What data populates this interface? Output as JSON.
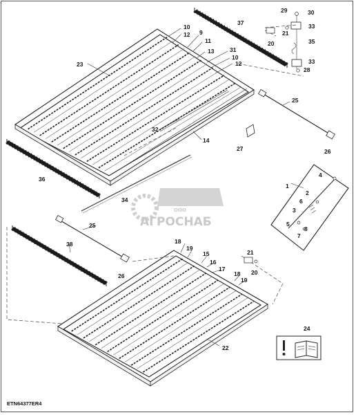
{
  "drawing_ref": "ETN64377ER4",
  "watermark": {
    "small": "ООО",
    "brand": "АГРОСНАБ"
  },
  "callouts": [
    {
      "id": "c29",
      "text": "29"
    },
    {
      "id": "c30",
      "text": "30"
    },
    {
      "id": "c37",
      "text": "37"
    },
    {
      "id": "c10a",
      "text": "10"
    },
    {
      "id": "c12a",
      "text": "12"
    },
    {
      "id": "c9",
      "text": "9"
    },
    {
      "id": "c11",
      "text": "11"
    },
    {
      "id": "c13",
      "text": "13"
    },
    {
      "id": "c31",
      "text": "31"
    },
    {
      "id": "c10b",
      "text": "10"
    },
    {
      "id": "c12b",
      "text": "12"
    },
    {
      "id": "c21a",
      "text": "21"
    },
    {
      "id": "c33a",
      "text": "33"
    },
    {
      "id": "c20a",
      "text": "20"
    },
    {
      "id": "c35",
      "text": "35"
    },
    {
      "id": "c33b",
      "text": "33"
    },
    {
      "id": "c28",
      "text": "28"
    },
    {
      "id": "c23",
      "text": "23"
    },
    {
      "id": "c25a",
      "text": "25"
    },
    {
      "id": "c32",
      "text": "32"
    },
    {
      "id": "c14",
      "text": "14"
    },
    {
      "id": "c27",
      "text": "27"
    },
    {
      "id": "c26a",
      "text": "26"
    },
    {
      "id": "c36",
      "text": "36"
    },
    {
      "id": "c4",
      "text": "4"
    },
    {
      "id": "c1",
      "text": "1"
    },
    {
      "id": "c2",
      "text": "2"
    },
    {
      "id": "c6",
      "text": "6"
    },
    {
      "id": "c3",
      "text": "3"
    },
    {
      "id": "c5",
      "text": "5"
    },
    {
      "id": "c8",
      "text": "8"
    },
    {
      "id": "c7",
      "text": "7"
    },
    {
      "id": "c34",
      "text": "34"
    },
    {
      "id": "c25b",
      "text": "25"
    },
    {
      "id": "c38",
      "text": "38"
    },
    {
      "id": "c18a",
      "text": "18"
    },
    {
      "id": "c19a",
      "text": "19"
    },
    {
      "id": "c15",
      "text": "15"
    },
    {
      "id": "c16",
      "text": "16"
    },
    {
      "id": "c17",
      "text": "17"
    },
    {
      "id": "c21b",
      "text": "21"
    },
    {
      "id": "c20b",
      "text": "20"
    },
    {
      "id": "c18b",
      "text": "18"
    },
    {
      "id": "c19b",
      "text": "19"
    },
    {
      "id": "c26b",
      "text": "26"
    },
    {
      "id": "c22",
      "text": "22"
    },
    {
      "id": "c24",
      "text": "24"
    }
  ],
  "colors": {
    "line": "#222222",
    "watermark": "#c9c9c9",
    "background": "#ffffff"
  },
  "icons": {
    "manual": "manual-book-icon",
    "warning": "warning-exclamation-icon",
    "logo": "agrosnab-logo-icon"
  }
}
